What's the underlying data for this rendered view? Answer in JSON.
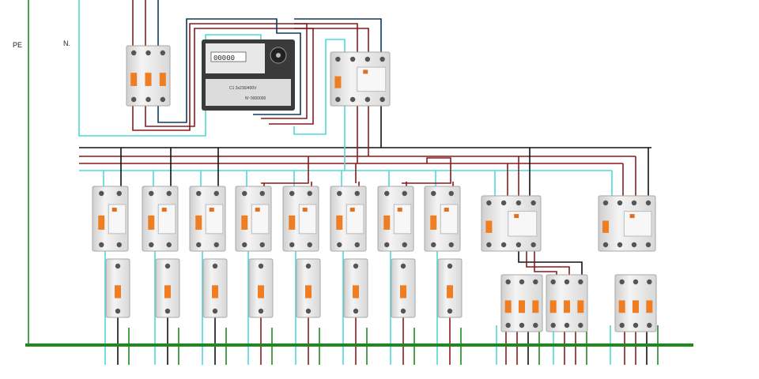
{
  "labels": {
    "pe": "PE",
    "neutral": "N."
  },
  "meter": {
    "display": "00000",
    "plate_text": "C1 3x230/400V",
    "plate_serial": "Nº 0000000"
  },
  "colors": {
    "phase_red": "#8b1a1a",
    "phase_black": "#111111",
    "phase_blue": "#0d3a5c",
    "neutral": "#4fd8d8",
    "earth": "#1e8a1e",
    "breaker_body": "#e9e9e9",
    "lever": "#ef7d22"
  }
}
